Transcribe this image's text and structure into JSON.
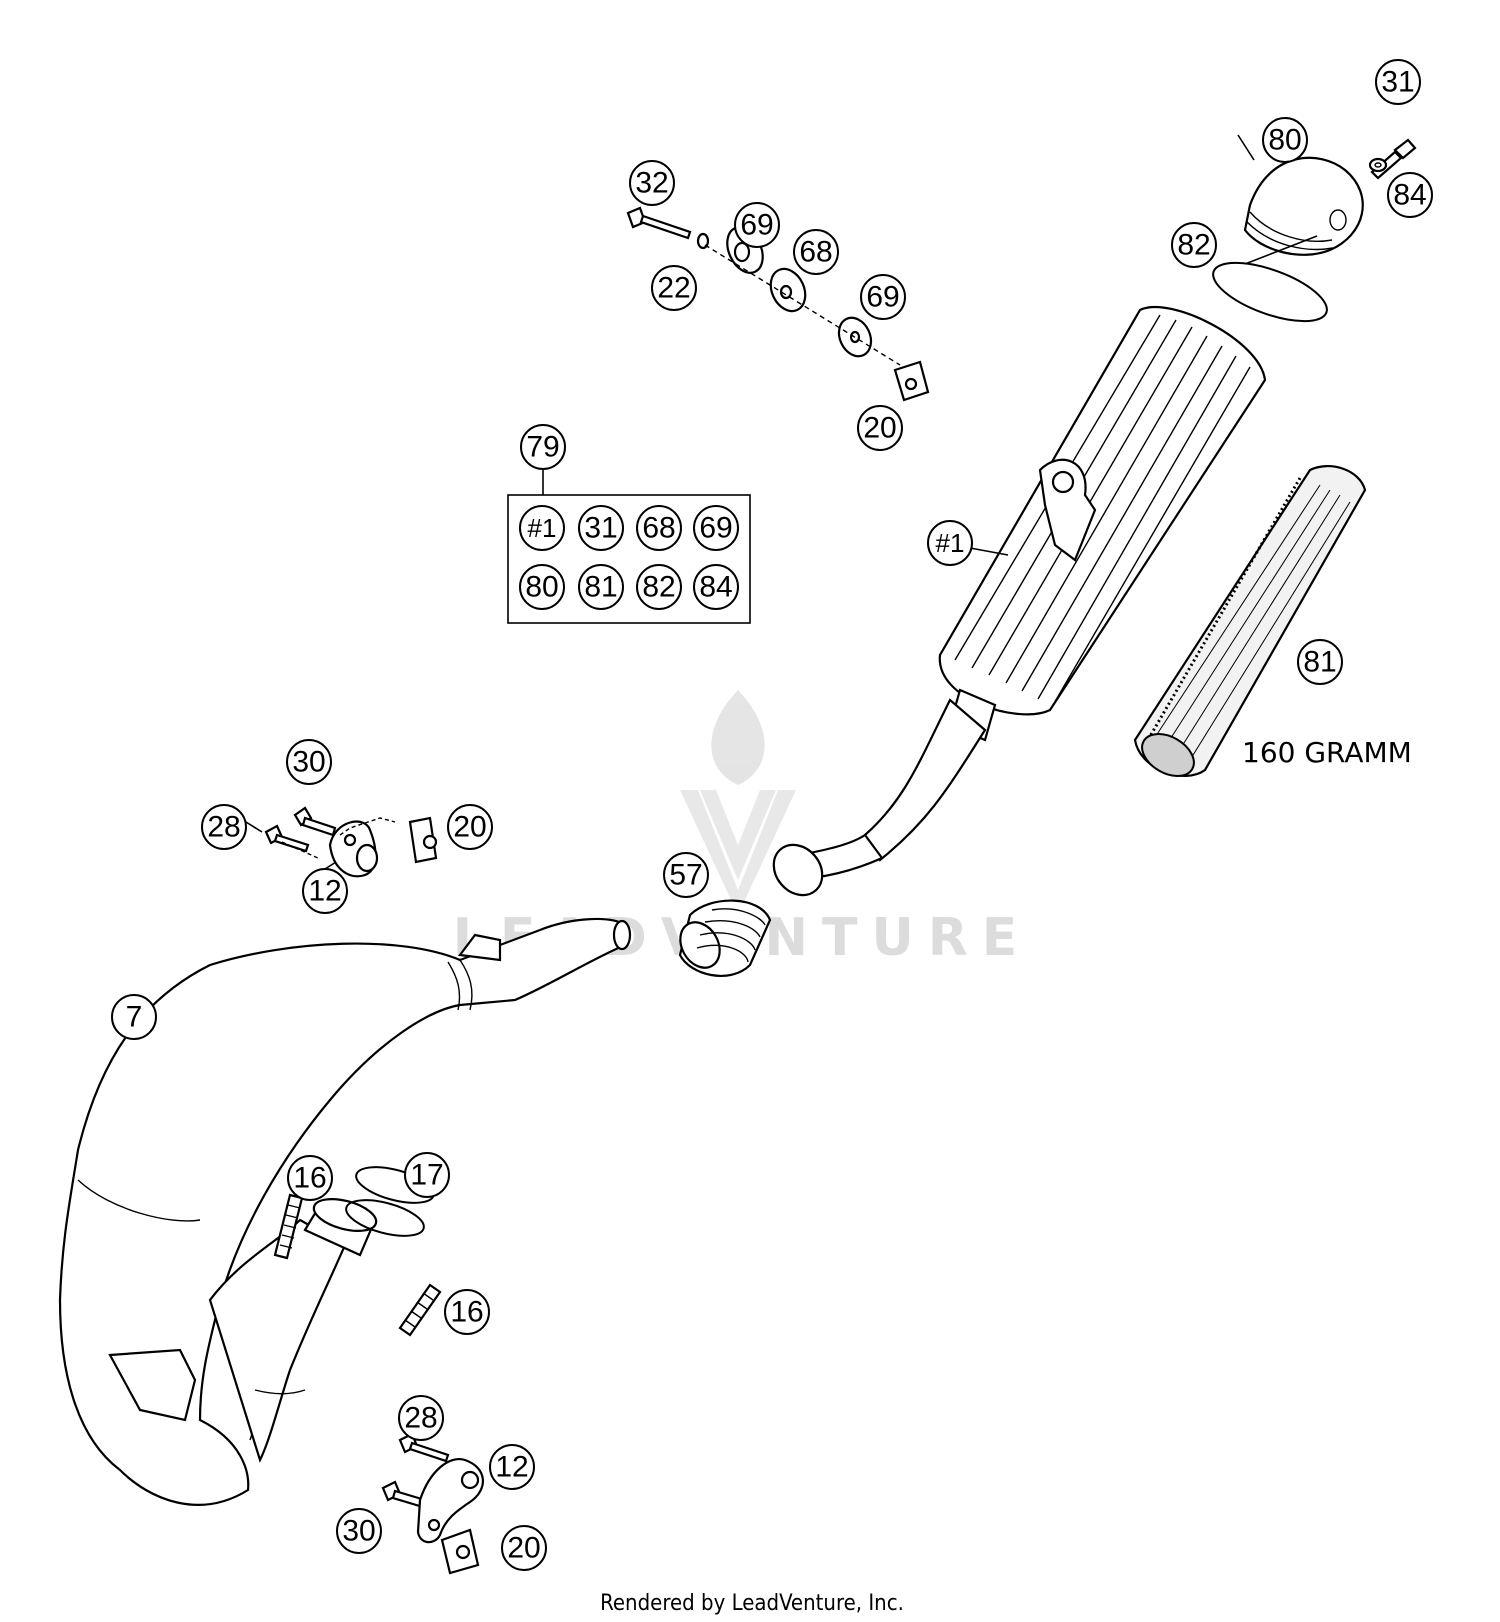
{
  "diagram": {
    "callouts": {
      "c31": "31",
      "c80": "80",
      "c84": "84",
      "c82": "82",
      "c32": "32",
      "c69a": "69",
      "c68": "68",
      "c69b": "69",
      "c22": "22",
      "c20a": "20",
      "c79": "79",
      "c1": "#1",
      "c81": "81",
      "c30a": "30",
      "c28a": "28",
      "c20b": "20",
      "c12a": "12",
      "c57": "57",
      "c7": "7",
      "c16a": "16",
      "c17": "17",
      "c16b": "16",
      "c28b": "28",
      "c12b": "12",
      "c30b": "30",
      "c20c": "20"
    },
    "kit_box": {
      "items": [
        "#1",
        "31",
        "68",
        "69",
        "80",
        "81",
        "82",
        "84"
      ]
    },
    "note": "160 GRAMM",
    "footer": "Rendered by LeadVenture, Inc.",
    "watermark": "LEADVENTURE"
  }
}
